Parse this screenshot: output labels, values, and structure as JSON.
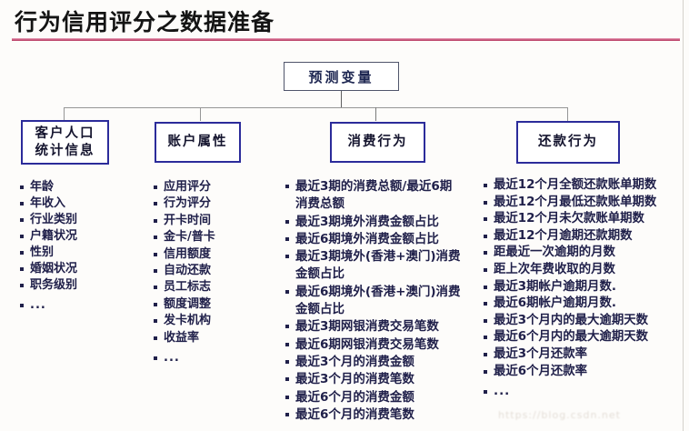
{
  "page": {
    "title": "行为信用评分之数据准备",
    "watermark": "https://blog.csdn.net"
  },
  "colors": {
    "title_underline": "#c64e74",
    "category_border": "#2b2b9a",
    "text": "#20204a",
    "connector": "#969696"
  },
  "tree": {
    "root_label": "预测变量",
    "branches": [
      {
        "label": "客户人口统计信息",
        "label_lines": [
          "客户人口",
          "统计信息"
        ],
        "items": [
          "年龄",
          "年收入",
          "行业类别",
          "户籍状况",
          "性别",
          "婚姻状况",
          "职务级别",
          "..."
        ]
      },
      {
        "label": "账户属性",
        "label_lines": [
          "账户属性"
        ],
        "items": [
          "应用评分",
          "行为评分",
          "开卡时间",
          "金卡/普卡",
          "信用额度",
          "自动还款",
          "员工标志",
          "额度调整",
          "发卡机构",
          "收益率",
          "..."
        ]
      },
      {
        "label": "消费行为",
        "label_lines": [
          "消费行为"
        ],
        "items": [
          "最近3期的消费总额/最近6期消费总额",
          "最近3期境外消费金额占比",
          "最近6期境外消费金额占比",
          "最近3期境外(香港+澳门)消费金额占比",
          "最近6期境外(香港+澳门)消费金额占比",
          "最近3期网银消费交易笔数",
          "最近6期网银消费交易笔数",
          "最近3个月的消费金额",
          "最近3个月的消费笔数",
          "最近6个月的消费金额",
          "最近6个月的消费笔数",
          "..."
        ]
      },
      {
        "label": "还款行为",
        "label_lines": [
          "还款行为"
        ],
        "items": [
          "最近12个月全额还款账单期数",
          "最近12个月最低还款账单期数",
          "最近12个月未欠款账单期数",
          "最近12个月逾期还款期数",
          "距最近一次逾期的月数",
          "距上次年费收取的月数",
          "最近3期帐户逾期月数.",
          "最近6期帐户逾期月数.",
          "最近3个月内的最大逾期天数",
          "最近6个月内的最大逾期天数",
          "最近3个月还款率",
          "最近6个月还款率",
          "..."
        ]
      }
    ]
  }
}
